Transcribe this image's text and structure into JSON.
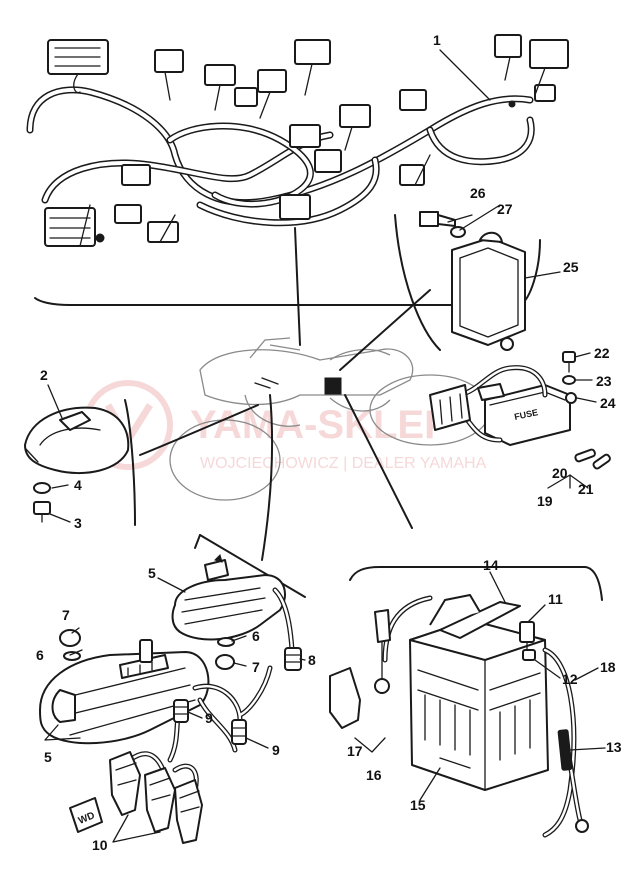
{
  "diagram": {
    "callouts": [
      "1",
      "2",
      "3",
      "4",
      "5",
      "5",
      "6",
      "6",
      "7",
      "7",
      "8",
      "9",
      "9",
      "10",
      "11",
      "12",
      "13",
      "14",
      "15",
      "16",
      "17",
      "18",
      "19",
      "20",
      "21",
      "22",
      "23",
      "24",
      "25",
      "26",
      "27"
    ]
  },
  "watermark": {
    "title": "YAMA-SKLEP",
    "subtitle": "WOJCIECHOWICZ | DEALER YAMAHA",
    "color": "#e85a5a"
  },
  "labels": {
    "fuse_text": "FUSE",
    "cap_text": "WD"
  },
  "colors": {
    "ink": "#1a1a1a",
    "paper": "#ffffff"
  }
}
